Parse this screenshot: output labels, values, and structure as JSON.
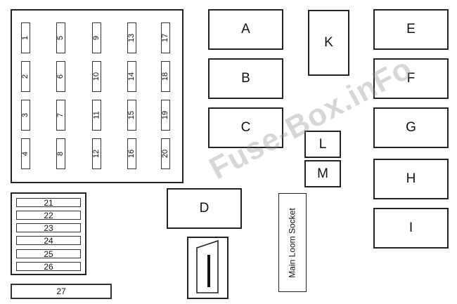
{
  "fuse_panel": {
    "fuses": [
      "1",
      "2",
      "3",
      "4",
      "5",
      "6",
      "7",
      "8",
      "9",
      "10",
      "11",
      "12",
      "13",
      "14",
      "15",
      "16",
      "17",
      "18",
      "19",
      "20"
    ]
  },
  "small_fuses": [
    "21",
    "22",
    "23",
    "24",
    "25",
    "26"
  ],
  "long_fuse": "27",
  "relays": {
    "a": "A",
    "b": "B",
    "c": "C",
    "d": "D",
    "e": "E",
    "f": "F",
    "g": "G",
    "h": "H",
    "i": "I",
    "k": "K",
    "l": "L",
    "m": "M"
  },
  "connector_label": "Main Loom Socket",
  "watermark": "Fuse-Box.inFo"
}
